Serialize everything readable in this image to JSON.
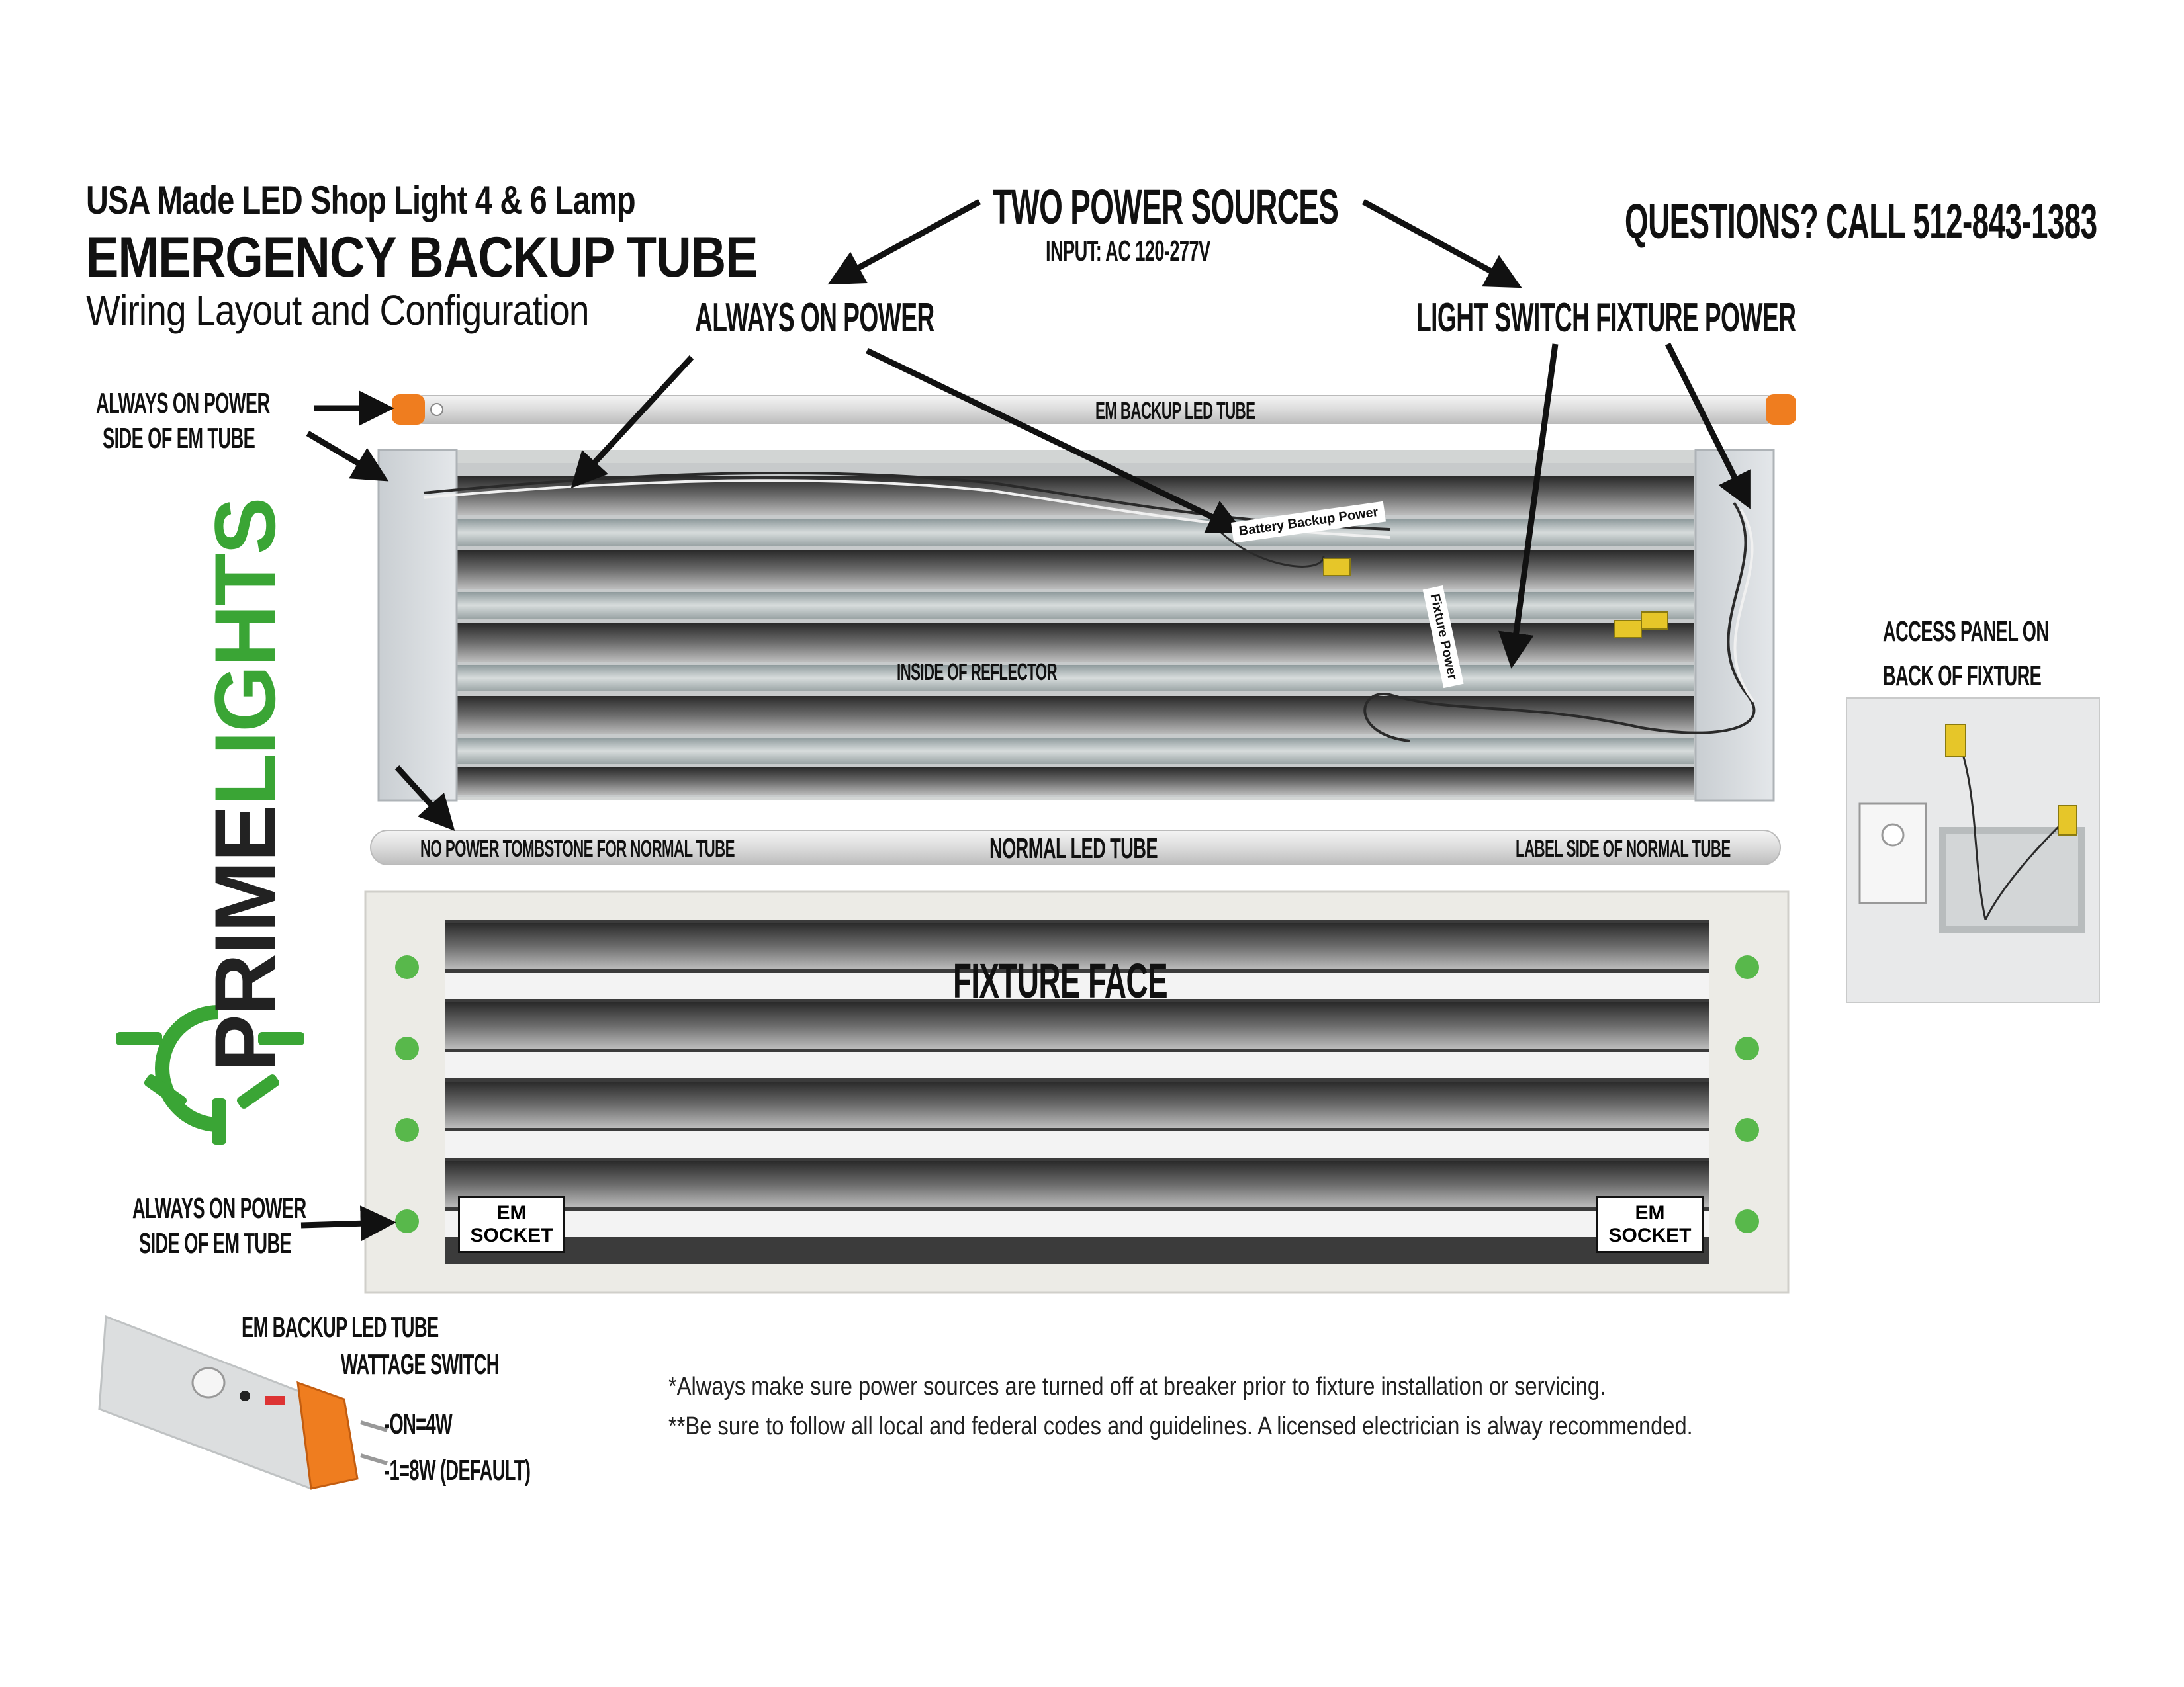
{
  "header": {
    "line1": "USA Made LED Shop Light 4 & 6 Lamp",
    "line2": "EMERGENCY BACKUP TUBE",
    "line3": "Wiring Layout and Configuration"
  },
  "power": {
    "title": "TWO POWER SOURCES",
    "input": "INPUT:  AC 120-277V",
    "always_on": "ALWAYS ON POWER",
    "light_switch": "LIGHT SWITCH FIXTURE POWER"
  },
  "questions": "QUESTIONS? CALL 512-843-1383",
  "callouts": {
    "always_on_side_top_l1": "ALWAYS ON POWER",
    "always_on_side_top_l2": "SIDE OF EM TUBE",
    "em_backup_tube": "EM BACKUP LED TUBE",
    "inside_reflector": "INSIDE OF REFLECTOR",
    "no_power_tombstone": "NO POWER TOMBSTONE FOR NORMAL TUBE",
    "normal_led_tube": "NORMAL LED TUBE",
    "label_side": "LABEL SIDE OF NORMAL TUBE",
    "fixture_face": "FIXTURE FACE",
    "always_on_side_bottom_l1": "ALWAYS ON POWER",
    "always_on_side_bottom_l2": "SIDE OF EM TUBE",
    "em_socket_l1": "EM",
    "em_socket_l2": "SOCKET",
    "access_panel_l1": "ACCESS PANEL ON",
    "access_panel_l2": "BACK OF FIXTURE",
    "battery_label": "Battery Backup Power",
    "fixture_label": "Fixture Power"
  },
  "wattage": {
    "title_l1": "EM BACKUP LED TUBE",
    "title_l2": "WATTAGE SWITCH",
    "opt1": "-ON=4W",
    "opt2": "-1=8W (DEFAULT)"
  },
  "notes": {
    "n1": "*Always make sure power sources are turned off at breaker prior to fixture installation or servicing.",
    "n2": "**Be sure to follow all local and federal codes and guidelines. A licensed electrician is alway recommended."
  },
  "logo": {
    "text_dark": "PRIME",
    "text_green": "LIGHTS"
  },
  "colors": {
    "brand_green": "#3aa535",
    "tube_orange": "#ef7d1f",
    "connector_yellow": "#e6c629"
  }
}
